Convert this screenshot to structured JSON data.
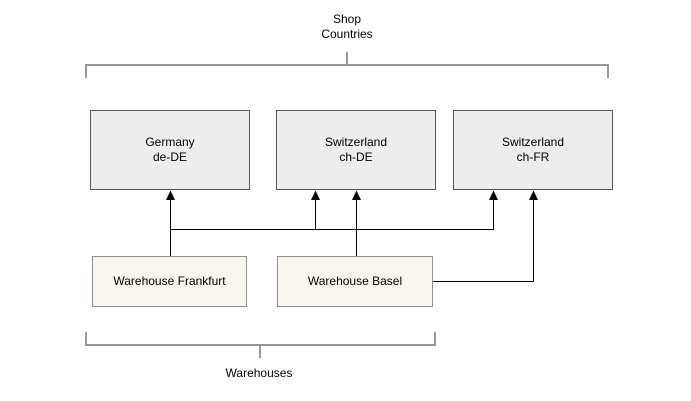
{
  "colors": {
    "background": "#ffffff",
    "text": "#000000",
    "country-fill": "#ededed",
    "country-border": "#565656",
    "warehouse-fill": "#f8f6ee",
    "warehouse-border": "#8f8f8f",
    "bracket": "#999999",
    "arrow": "#000000"
  },
  "groups": {
    "shop_countries": {
      "label_line1": "Shop",
      "label_line2": "Countries"
    },
    "warehouses": {
      "label": "Warehouses"
    }
  },
  "shops": [
    {
      "name": "Germany",
      "locale": "de-DE"
    },
    {
      "name": "Switzerland",
      "locale": "ch-DE"
    },
    {
      "name": "Switzerland",
      "locale": "ch-FR"
    }
  ],
  "warehouses": [
    {
      "label": "Warehouse Frankfurt"
    },
    {
      "label": "Warehouse Basel"
    }
  ],
  "connections": [
    {
      "from": "Warehouse Frankfurt",
      "to": "Germany de-DE"
    },
    {
      "from": "Warehouse Frankfurt",
      "to": "Switzerland ch-DE"
    },
    {
      "from": "Warehouse Frankfurt",
      "to": "Switzerland ch-FR"
    },
    {
      "from": "Warehouse Basel",
      "to": "Switzerland ch-DE"
    },
    {
      "from": "Warehouse Basel",
      "to": "Switzerland ch-FR"
    }
  ]
}
